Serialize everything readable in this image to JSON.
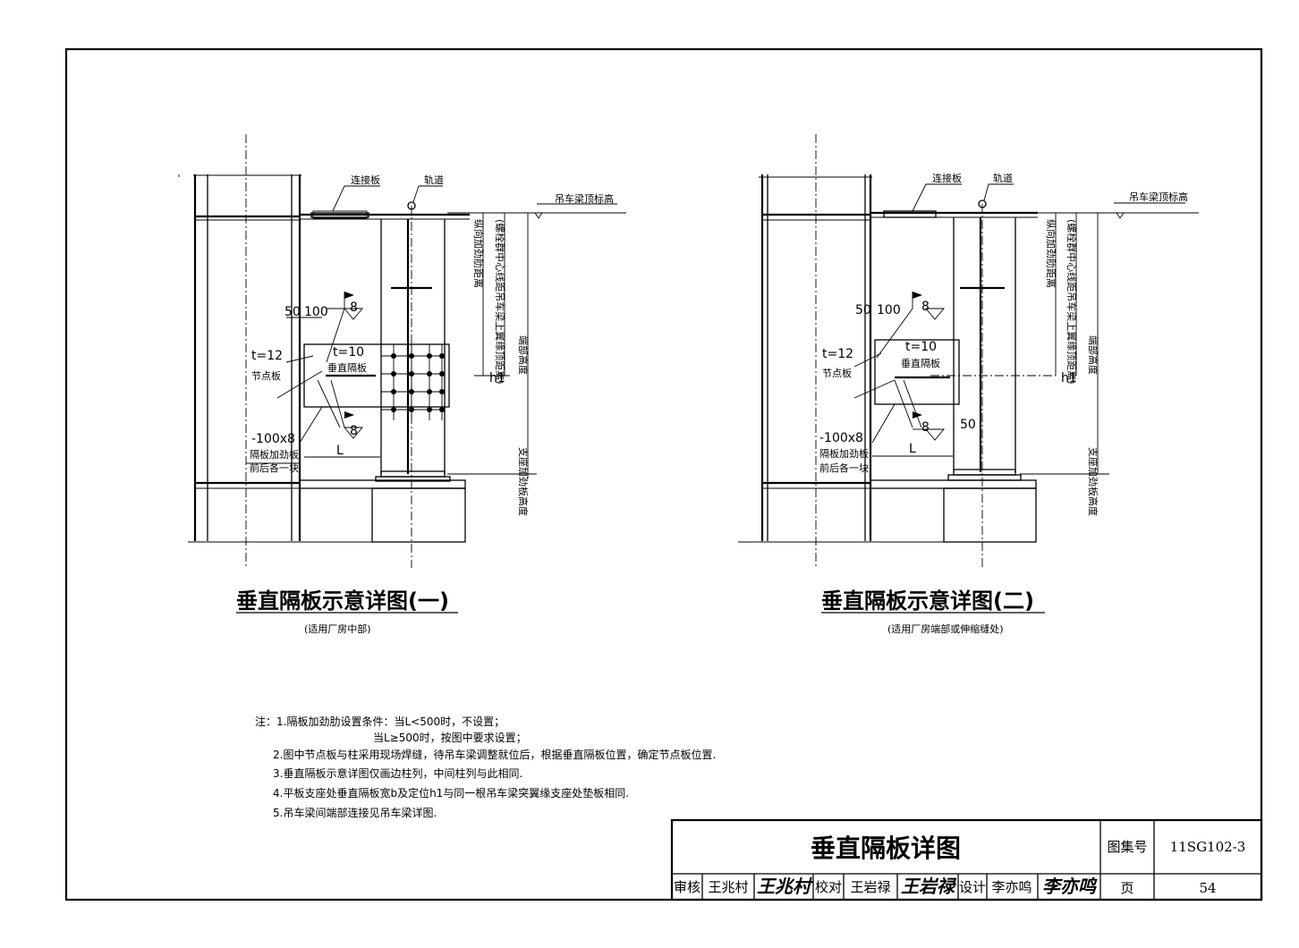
{
  "drawing_title": "垂直隔板详图",
  "atlas_no_label": "图集号",
  "atlas_no": "11SG102-3",
  "page_label": "页",
  "page_no": "54",
  "title_block": {
    "review_label": "审核",
    "review_name": "王兆村",
    "review_sig": "王兆村",
    "check_label": "校对",
    "check_name": "王岩禄",
    "check_sig": "王岩禄",
    "design_label": "设计",
    "design_name": "李亦鸣",
    "design_sig": "李亦鸣"
  },
  "detail1": {
    "caption": "垂直隔板示意详图(一)",
    "sub_caption": "(适用厂房中部)",
    "label_connect_plate": "连接板",
    "label_rail": "轨道",
    "label_top_elev": "吊车梁顶标高",
    "dim_50": "50",
    "dim_100": "100",
    "weld_8a": "8",
    "weld_8b": "8",
    "t12": "t=12",
    "gusset": "节点板",
    "t10": "t=10",
    "vert_diaphragm": "垂直隔板",
    "stiff_size": "-100x8",
    "stiff_note1": "隔板加劲板",
    "stiff_note2": "前后各一块",
    "dim_L": "L",
    "h1": "h1",
    "vdim1": "纵向加劲肋距离",
    "vdim2": "(螺栓群中心线距吊车梁上翼缘顶距离)",
    "vdim3": "端部高度",
    "vdim4": "支座加劲板高度"
  },
  "detail2": {
    "caption": "垂直隔板示意详图(二)",
    "sub_caption": "(适用厂房端部或伸缩缝处)",
    "label_connect_plate": "连接板",
    "label_rail": "轨道",
    "label_top_elev": "吊车梁顶标高",
    "dim_50": "50",
    "dim_100": "100",
    "weld_8a": "8",
    "weld_8b": "8",
    "dim_50b": "50",
    "t12": "t=12",
    "gusset": "节点板",
    "t10": "t=10",
    "vert_diaphragm": "垂直隔板",
    "stiff_size": "-100x8",
    "stiff_note1": "隔板加劲板",
    "stiff_note2": "前后各一块",
    "dim_L": "L",
    "h1": "h1",
    "vdim1": "纵向加劲肋距离",
    "vdim2": "(螺栓群中心线距吊车梁上翼缘顶距离)",
    "vdim3": "端部高度",
    "vdim4": "支座加劲板高度"
  },
  "notes": {
    "n1a": "注：1.隔板加劲肋设置条件：当L<500时，不设置；",
    "n1b": "当L≥500时，按图中要求设置；",
    "n2": "2.图中节点板与柱采用现场焊缝，待吊车梁调整就位后，根据垂直隔板位置，确定节点板位置.",
    "n3": "3.垂直隔板示意详图仅画边柱列，中间柱列与此相同.",
    "n4": "4.平板支座处垂直隔板宽b及定位h1与同一根吊车梁突翼缘支座处垫板相同.",
    "n5": "5.吊车梁间端部连接见吊车梁详图."
  }
}
